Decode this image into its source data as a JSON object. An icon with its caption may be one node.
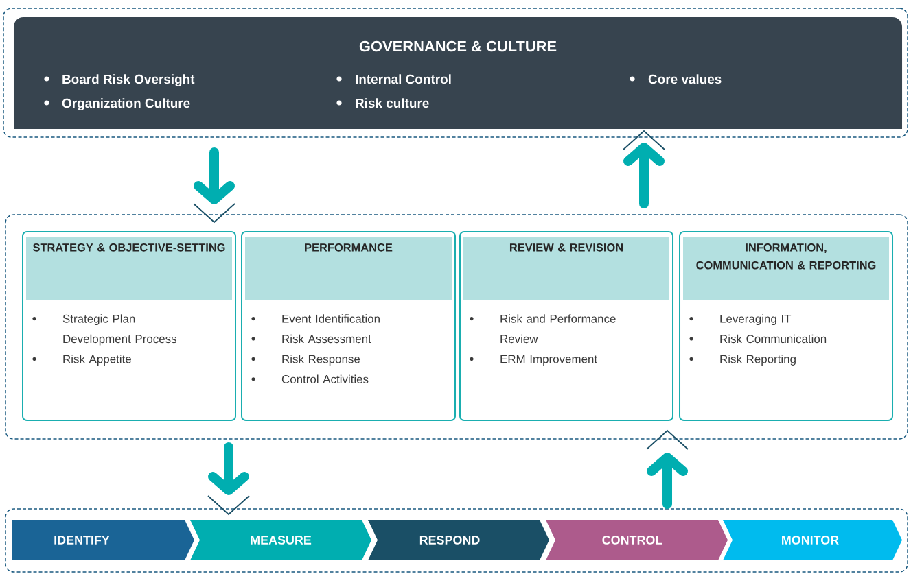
{
  "diagram": {
    "nodes": [
      {
        "text": [],
        "shape": "box"
      },
      {
        "text": [
          "GOVERNANCE & CULTURE",
          "Board Risk Oversight",
          "Organization Culture",
          "Internal Control",
          "Risk culture",
          "Core values"
        ],
        "in": 0
      },
      {
        "text": [],
        "shape": "box"
      },
      {
        "text": [
          "STRATEGY & OBJECTIVE-SETTING",
          "Strategic Plan Development Process",
          "Risk Appetite"
        ],
        "in": 2
      },
      {
        "text": [
          "PERFORMANCE",
          "Event Identification",
          "Risk Assessment",
          "Risk Response",
          "Control Activities"
        ],
        "in": 2
      },
      {
        "text": [
          "REVIEW & REVISION",
          "Risk and Performance Review",
          "ERM Improvement"
        ],
        "in": 2
      },
      {
        "text": [
          "INFORMATION, COMMUNICATION & REPORTING",
          "Leveraging IT",
          "Risk Communication",
          "Risk Reporting"
        ],
        "in": 2
      },
      {
        "text": [],
        "shape": "box"
      },
      {
        "text": [
          "IDENTIFY"
        ],
        "in": 7
      },
      {
        "text": [
          "MEASURE"
        ],
        "in": 7
      },
      {
        "text": [
          "RESPOND"
        ],
        "in": 7
      },
      {
        "text": [
          "CONTROL"
        ],
        "in": 7
      },
      {
        "text": [
          "MONITOR"
        ],
        "in": 7
      }
    ],
    "edges": [
      {
        "from": 0,
        "to": 2,
        "arrow": "to"
      },
      {
        "from": 2,
        "to": 0,
        "arrow": "to"
      },
      {
        "from": 2,
        "to": 7,
        "arrow": "to"
      },
      {
        "from": 7,
        "to": 2,
        "arrow": "to"
      }
    ]
  }
}
